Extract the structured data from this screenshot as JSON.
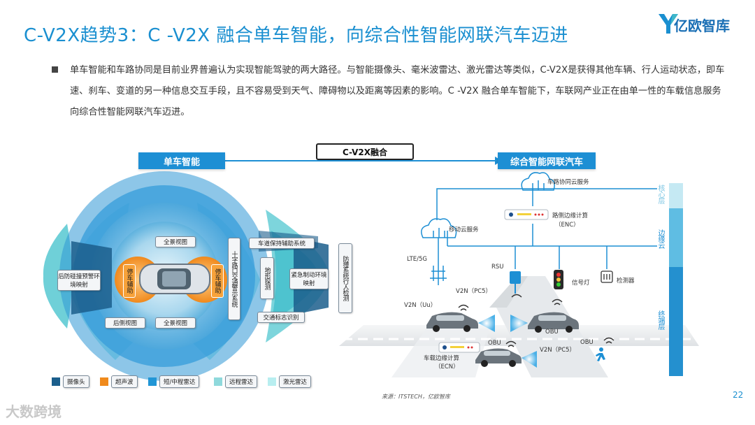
{
  "header": {
    "title": "C-V2X趋势3：C -V2X 融合单车智能，向综合性智能网联汽车迈进",
    "logo_text": "亿欧智库"
  },
  "intro": {
    "paragraph": "单车智能和车路协同是目前业界普遍认为实现智能驾驶的两大路径。与智能摄像头、毫米波雷达、激光雷达等类似，C-V2X是获得其他车辆、行人运动状态，即车速、刹车、变道的另一种信息交互手段，且不容易受到天气、障碍物以及距离等因素的影响。C -V2X 融合单车智能下，车联网产业正在由单一性的车载信息服务向综合性智能网联汽车迈进。"
  },
  "flow": {
    "left": "单车智能",
    "middle": "C-V2X融合",
    "right": "综合智能网联汽车"
  },
  "left_diagram": {
    "panorama_top": "全景视图",
    "panorama_bottom": "全景视图",
    "rear_view": "后侧视图",
    "park_left": "停车辅助",
    "park_right": "停车辅助",
    "rear_collision": "后防碰撞预警环境映射",
    "traffic_sign_system": "十字路口交通警示系统",
    "lane_keep": "车道保持辅助系统",
    "terrain": "地形探测",
    "emergency_brake": "紧急制动环境映射",
    "anti_collision": "防撞系统行人检测",
    "traffic_sign_recog": "交通标志识别"
  },
  "legend": [
    {
      "label": "摄像头",
      "color": "#1b5e8c"
    },
    {
      "label": "超声波",
      "color": "#f08a1c"
    },
    {
      "label": "短/中程雷达",
      "color": "#2196d6"
    },
    {
      "label": "远程雷达",
      "color": "#8fd9dc"
    },
    {
      "label": "激光雷达",
      "color": "#b8eef0"
    }
  ],
  "right_diagram": {
    "cloud_coop": "车路协同云服务",
    "roadside_edge": "路侧边缘计算",
    "enc": "（ENC）",
    "mobile_cloud": "移动云服务",
    "lte": "LTE/5G",
    "rsu": "RSU",
    "signal": "信号灯",
    "detector": "检测器",
    "v2n_pc5": "V2N（PC5）",
    "v2n_uu": "V2N（Uu）",
    "obu1": "OBU",
    "obu2": "OBU",
    "obu3": "OBU",
    "v2n_pc5_2": "V2N（PC5）",
    "vehicle_edge": "车载边缘计算",
    "ecn": "（ECN）",
    "layer_core": "核心层",
    "layer_edge": "边缘云",
    "layer_terminal": "终端层"
  },
  "footer": {
    "source": "来源：ITSTECH，亿欧智库",
    "page": "22",
    "watermark": "大数跨境"
  }
}
